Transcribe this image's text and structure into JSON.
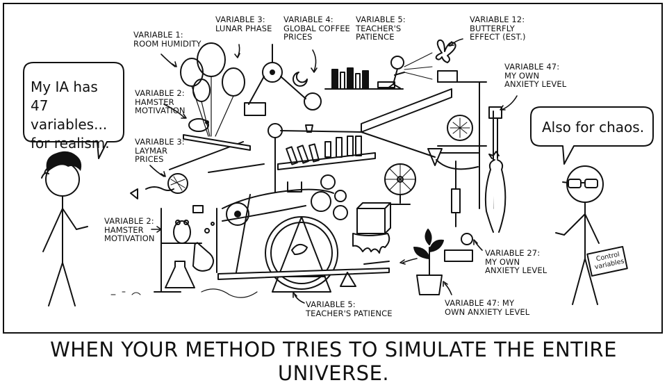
{
  "speech": {
    "left": "My IA has\n47 variables...\nfor realism.",
    "right": "Also for chaos."
  },
  "labels": {
    "var1": "Variable 1:\nRoom humidity",
    "var3_lunar": "Variable 3:\nLunar phase",
    "var4": "Variable 4:\nGlobal coffee\nprices",
    "var5_top": "Variable 5:\nTeacher's\npatience",
    "var12": "Variable 12:\nButterfly\neffect (est.)",
    "var47_top": "Variable 47:\nMy own\nanxiety level",
    "var2_top": "Variable 2:\nHamster\nmotivation",
    "var3_lamar": "Variable 3:\nLaymar\nprices",
    "var2_bottom": "Variable 2:\nHamster\nmotivation",
    "var27": "Variable 27:\nMy own\nanxiety level",
    "var5_bottom": "Variable 5:\nTeacher's patience",
    "var47_bottom": "Variable 47: My\nown anxiety level"
  },
  "sign": "Control\nvariables",
  "caption": "When your method tries to simulate the entire universe."
}
